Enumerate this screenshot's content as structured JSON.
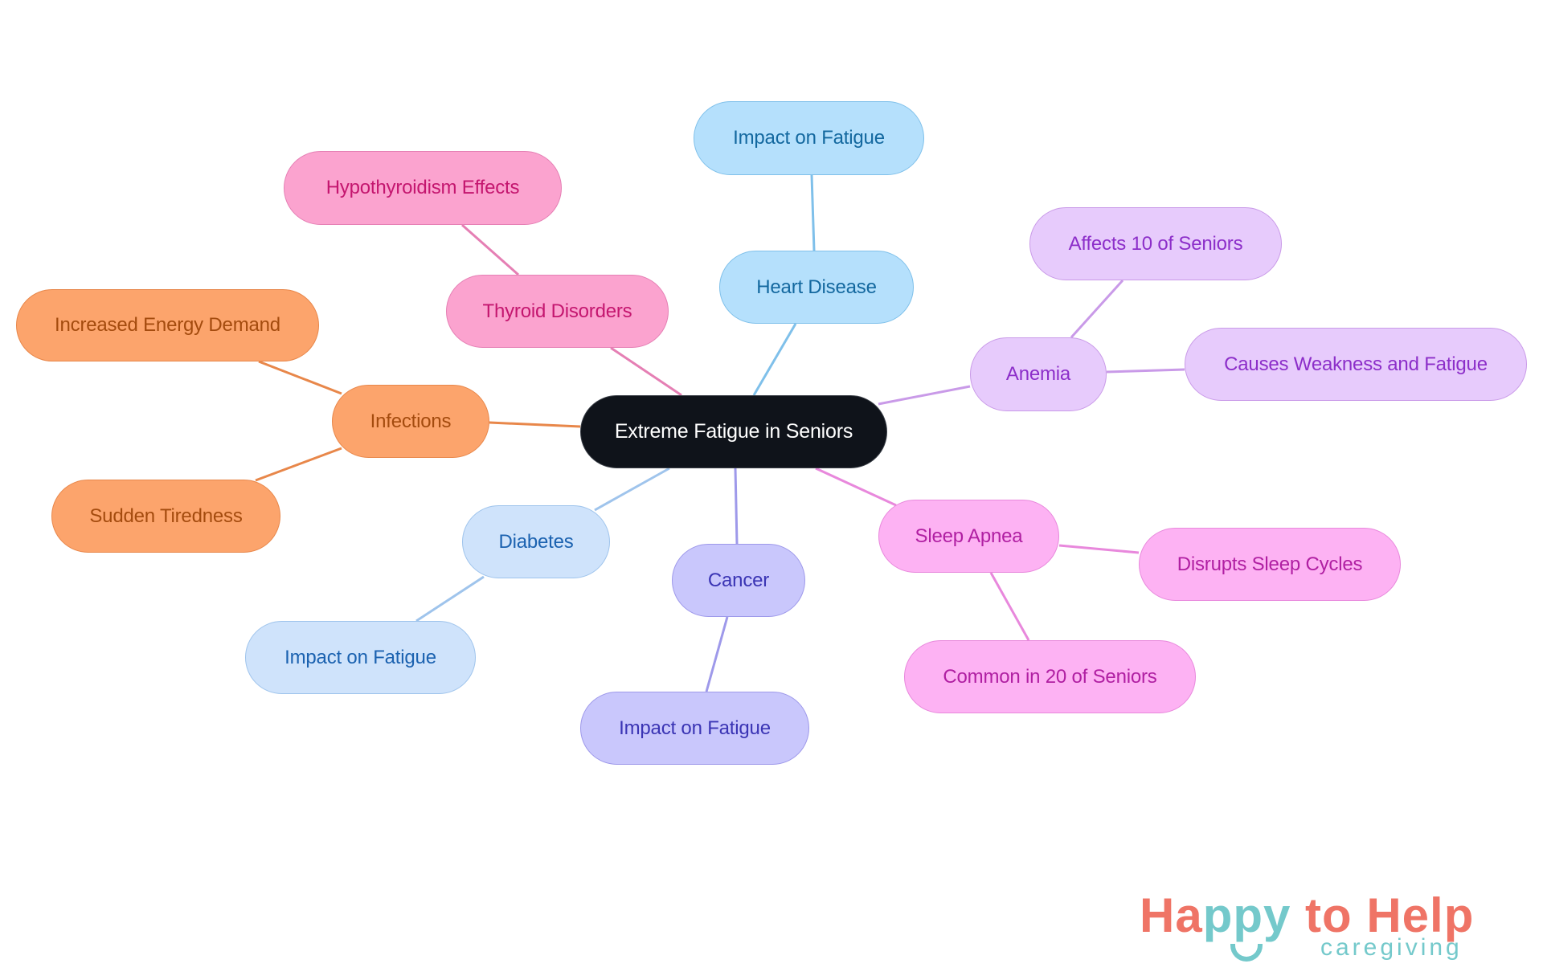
{
  "diagram": {
    "type": "mindmap",
    "root": "Extreme Fatigue in Seniors",
    "branches": {
      "infections": {
        "label": "Infections",
        "children": [
          "Increased Energy Demand",
          "Sudden Tiredness"
        ],
        "color": "#fca46c"
      },
      "thyroid": {
        "label": "Thyroid Disorders",
        "children": [
          "Hypothyroidism Effects"
        ],
        "color": "#fba3cf"
      },
      "heart": {
        "label": "Heart Disease",
        "children": [
          "Impact on Fatigue"
        ],
        "color": "#b5e0fc"
      },
      "anemia": {
        "label": "Anemia",
        "children": [
          "Affects 10 of Seniors",
          "Causes Weakness and Fatigue"
        ],
        "color": "#e7cbfc"
      },
      "sleep": {
        "label": "Sleep Apnea",
        "children": [
          "Disrupts Sleep Cycles",
          "Common in 20 of Seniors"
        ],
        "color": "#fdb2f3"
      },
      "cancer": {
        "label": "Cancer",
        "children": [
          "Impact on Fatigue"
        ],
        "color": "#c9c7fc"
      },
      "diabetes": {
        "label": "Diabetes",
        "children": [
          "Impact on Fatigue"
        ],
        "color": "#cfe3fb"
      }
    }
  },
  "logo": {
    "part1": "Ha",
    "part2": "ppy",
    "part3": " to Help",
    "sub": "caregiving"
  }
}
